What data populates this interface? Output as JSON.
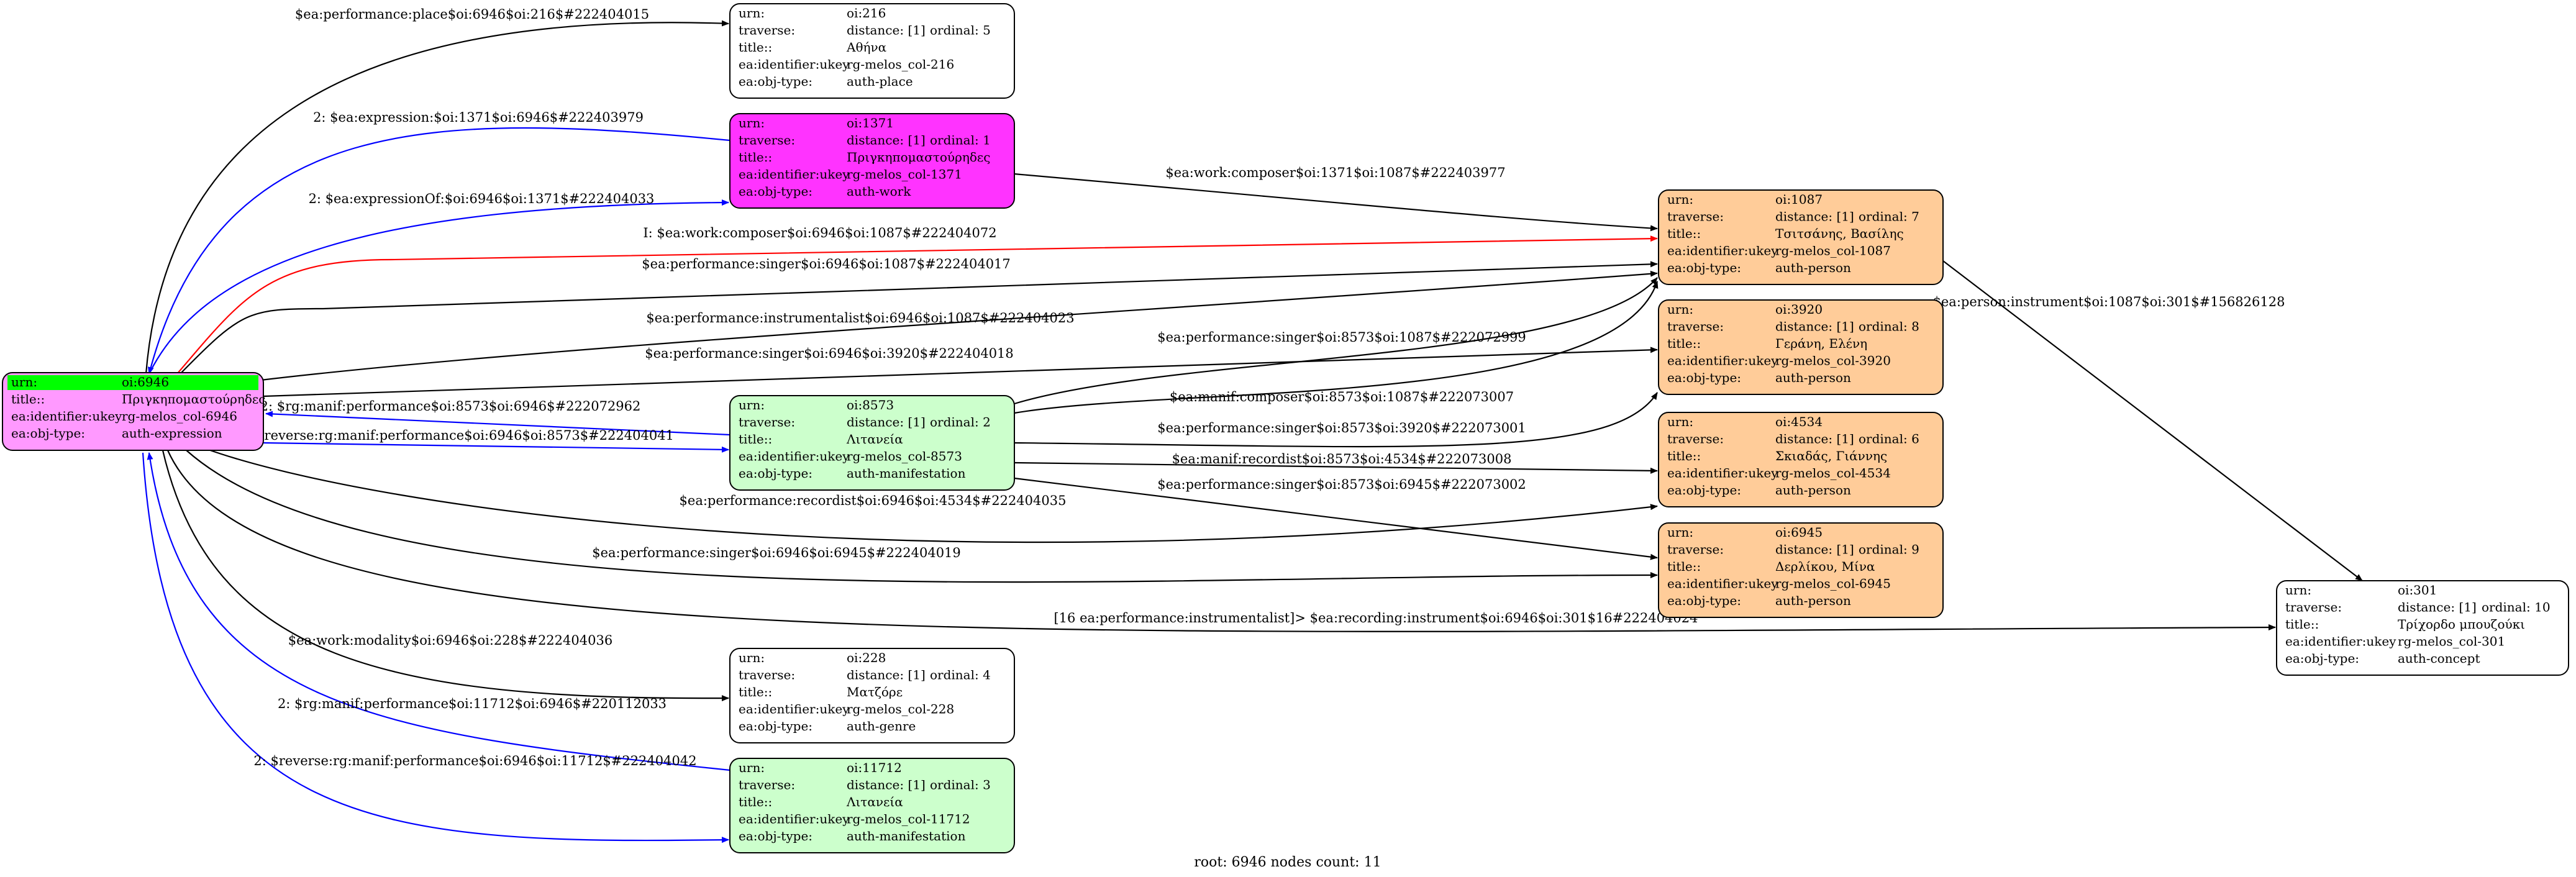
{
  "colors": {
    "edge_default": "#000000",
    "edge_blue": "#0000ff",
    "edge_red": "#ff0000",
    "expression_fill": "#ff99ff",
    "expression_header": "#00ff00",
    "work_fill": "#ff33ff",
    "manifestation_fill": "#ccffcc",
    "person_fill": "#ffcc99",
    "plain_fill": "#ffffff"
  },
  "nodes": [
    {
      "id": "n6946",
      "fill": "expression",
      "highlight_first": true,
      "rows": [
        {
          "key": "urn:",
          "value": "oi:6946"
        },
        {
          "key": "title::",
          "value": "Πριγκηπομαστούρηδες"
        },
        {
          "key": "ea:identifier:ukey",
          "value": "rg-melos_col-6946"
        },
        {
          "key": "ea:obj-type:",
          "value": "auth-expression"
        }
      ]
    },
    {
      "id": "n216",
      "fill": "plain",
      "rows": [
        {
          "key": "urn:",
          "value": "oi:216"
        },
        {
          "key": "traverse:",
          "value": "distance: [1]",
          "extra": "ordinal: 5"
        },
        {
          "key": "title::",
          "value": "Αθήνα"
        },
        {
          "key": "ea:identifier:ukey",
          "value": "rg-melos_col-216"
        },
        {
          "key": "ea:obj-type:",
          "value": "auth-place"
        }
      ]
    },
    {
      "id": "n1371",
      "fill": "work",
      "rows": [
        {
          "key": "urn:",
          "value": "oi:1371"
        },
        {
          "key": "traverse:",
          "value": "distance: [1]",
          "extra": "ordinal: 1"
        },
        {
          "key": "title::",
          "value": "Πριγκηπομαστούρηδες"
        },
        {
          "key": "ea:identifier:ukey",
          "value": "rg-melos_col-1371"
        },
        {
          "key": "ea:obj-type:",
          "value": "auth-work"
        }
      ]
    },
    {
      "id": "n8573",
      "fill": "manifestation",
      "rows": [
        {
          "key": "urn:",
          "value": "oi:8573"
        },
        {
          "key": "traverse:",
          "value": "distance: [1]",
          "extra": "ordinal: 2"
        },
        {
          "key": "title::",
          "value": "Λιτανεία"
        },
        {
          "key": "ea:identifier:ukey",
          "value": "rg-melos_col-8573"
        },
        {
          "key": "ea:obj-type:",
          "value": "auth-manifestation"
        }
      ]
    },
    {
      "id": "n228",
      "fill": "plain",
      "rows": [
        {
          "key": "urn:",
          "value": "oi:228"
        },
        {
          "key": "traverse:",
          "value": "distance: [1]",
          "extra": "ordinal: 4"
        },
        {
          "key": "title::",
          "value": "Ματζόρε"
        },
        {
          "key": "ea:identifier:ukey",
          "value": "rg-melos_col-228"
        },
        {
          "key": "ea:obj-type:",
          "value": "auth-genre"
        }
      ]
    },
    {
      "id": "n11712",
      "fill": "manifestation",
      "rows": [
        {
          "key": "urn:",
          "value": "oi:11712"
        },
        {
          "key": "traverse:",
          "value": "distance: [1]",
          "extra": "ordinal: 3"
        },
        {
          "key": "title::",
          "value": "Λιτανεία"
        },
        {
          "key": "ea:identifier:ukey",
          "value": "rg-melos_col-11712"
        },
        {
          "key": "ea:obj-type:",
          "value": "auth-manifestation"
        }
      ]
    },
    {
      "id": "n1087",
      "fill": "person",
      "rows": [
        {
          "key": "urn:",
          "value": "oi:1087"
        },
        {
          "key": "traverse:",
          "value": "distance: [1]",
          "extra": "ordinal: 7"
        },
        {
          "key": "title::",
          "value": "Τσιτσάνης, Βασίλης"
        },
        {
          "key": "ea:identifier:ukey",
          "value": "rg-melos_col-1087"
        },
        {
          "key": "ea:obj-type:",
          "value": "auth-person"
        }
      ]
    },
    {
      "id": "n3920",
      "fill": "person",
      "rows": [
        {
          "key": "urn:",
          "value": "oi:3920"
        },
        {
          "key": "traverse:",
          "value": "distance: [1]",
          "extra": "ordinal: 8"
        },
        {
          "key": "title::",
          "value": "Γεράνη, Ελένη"
        },
        {
          "key": "ea:identifier:ukey",
          "value": "rg-melos_col-3920"
        },
        {
          "key": "ea:obj-type:",
          "value": "auth-person"
        }
      ]
    },
    {
      "id": "n4534",
      "fill": "person",
      "rows": [
        {
          "key": "urn:",
          "value": "oi:4534"
        },
        {
          "key": "traverse:",
          "value": "distance: [1]",
          "extra": "ordinal: 6"
        },
        {
          "key": "title::",
          "value": "Σκιαδάς, Γιάννης"
        },
        {
          "key": "ea:identifier:ukey",
          "value": "rg-melos_col-4534"
        },
        {
          "key": "ea:obj-type:",
          "value": "auth-person"
        }
      ]
    },
    {
      "id": "n6945",
      "fill": "person",
      "rows": [
        {
          "key": "urn:",
          "value": "oi:6945"
        },
        {
          "key": "traverse:",
          "value": "distance: [1]",
          "extra": "ordinal: 9"
        },
        {
          "key": "title::",
          "value": "Δερλίκου, Μίνα"
        },
        {
          "key": "ea:identifier:ukey",
          "value": "rg-melos_col-6945"
        },
        {
          "key": "ea:obj-type:",
          "value": "auth-person"
        }
      ]
    },
    {
      "id": "n301",
      "fill": "plain",
      "rows": [
        {
          "key": "urn:",
          "value": "oi:301"
        },
        {
          "key": "traverse:",
          "value": "distance: [1]",
          "extra": "ordinal: 10"
        },
        {
          "key": "title::",
          "value": "Τρίχορδο μπουζούκι"
        },
        {
          "key": "ea:identifier:ukey",
          "value": "rg-melos_col-301"
        },
        {
          "key": "ea:obj-type:",
          "value": "auth-concept"
        }
      ]
    }
  ],
  "edges": [
    {
      "id": "e1",
      "color": "default",
      "label": "$ea:performance:place$oi:6946$oi:216$#222404015"
    },
    {
      "id": "e2",
      "color": "blue",
      "label": "2: $ea:expression:$oi:1371$oi:6946$#222403979"
    },
    {
      "id": "e3",
      "color": "blue",
      "label": "2: $ea:expressionOf:$oi:6946$oi:1371$#222404033"
    },
    {
      "id": "e4",
      "color": "red",
      "label": "I: $ea:work:composer$oi:6946$oi:1087$#222404072"
    },
    {
      "id": "e5",
      "color": "default",
      "label": "$ea:performance:singer$oi:6946$oi:1087$#222404017"
    },
    {
      "id": "e6",
      "color": "default",
      "label": "$ea:performance:instrumentalist$oi:6946$oi:1087$#222404023"
    },
    {
      "id": "e7",
      "color": "default",
      "label": "$ea:performance:singer$oi:6946$oi:3920$#222404018"
    },
    {
      "id": "e8",
      "color": "blue",
      "label": "2: $rg:manif:performance$oi:8573$oi:6946$#222072962"
    },
    {
      "id": "e9",
      "color": "blue",
      "label": "2: $reverse:rg:manif:performance$oi:6946$oi:8573$#222404041"
    },
    {
      "id": "e10",
      "color": "default",
      "label": "$ea:performance:recordist$oi:6946$oi:4534$#222404035"
    },
    {
      "id": "e11",
      "color": "default",
      "label": "$ea:performance:singer$oi:6946$oi:6945$#222404019"
    },
    {
      "id": "e12",
      "color": "default",
      "label": "[16 ea:performance:instrumentalist]> $ea:recording:instrument$oi:6946$oi:301$16#222404024"
    },
    {
      "id": "e13",
      "color": "default",
      "label": "$ea:work:modality$oi:6946$oi:228$#222404036"
    },
    {
      "id": "e14",
      "color": "blue",
      "label": "2: $rg:manif:performance$oi:11712$oi:6946$#220112033"
    },
    {
      "id": "e15",
      "color": "blue",
      "label": "2: $reverse:rg:manif:performance$oi:6946$oi:11712$#222404042"
    },
    {
      "id": "e16",
      "color": "default",
      "label": "$ea:work:composer$oi:1371$oi:1087$#222403977"
    },
    {
      "id": "e17",
      "color": "default",
      "label": "$ea:performance:singer$oi:8573$oi:1087$#222072999"
    },
    {
      "id": "e18",
      "color": "default",
      "label": "$ea:manif:composer$oi:8573$oi:1087$#222073007"
    },
    {
      "id": "e19",
      "color": "default",
      "label": "$ea:performance:singer$oi:8573$oi:3920$#222073001"
    },
    {
      "id": "e20",
      "color": "default",
      "label": "$ea:manif:recordist$oi:8573$oi:4534$#222073008"
    },
    {
      "id": "e21",
      "color": "default",
      "label": "$ea:performance:singer$oi:8573$oi:6945$#222073002"
    },
    {
      "id": "e22",
      "color": "default",
      "label": "$ea:person:instrument$oi:1087$oi:301$#156826128"
    }
  ],
  "footer": "root: 6946 nodes count: 11"
}
